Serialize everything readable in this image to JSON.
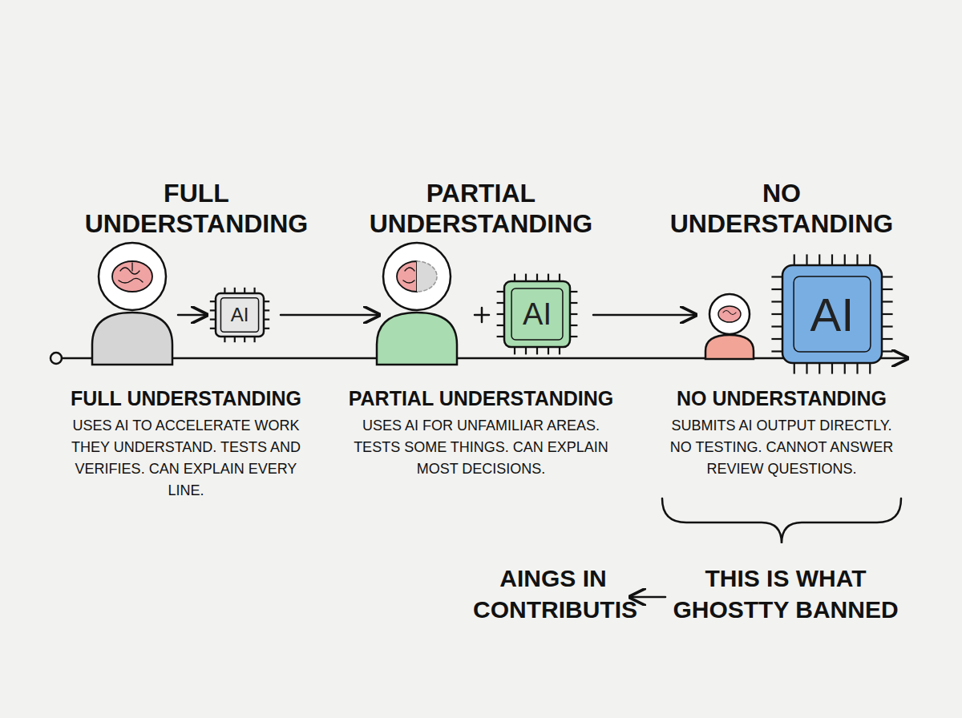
{
  "diagram": {
    "nodes": [
      {
        "text": [
          "AI"
        ]
      },
      {
        "text": [
          "AI"
        ]
      },
      {
        "text": [
          "AI"
        ]
      }
    ],
    "labels": [
      "FULL UNDERSTANDING",
      "PARTIAL UNDERSTANDING",
      "NO UNDERSTANDING",
      "FULL UNDERSTANDING",
      "USES AI TO ACCELERATE WORK THEY UNDERSTAND. TESTS AND VERIFIES. CAN EXPLAIN EVERY LINE.",
      "PARTIAL UNDERSTANDING",
      "USES AI FOR UNFAMILIAR AREAS. TESTS SOME THINGS. CAN EXPLAIN MOST DECISIONS.",
      "NO UNDERSTANDING",
      "SUBMITS AI OUTPUT DIRECTLY. NO TESTING. CANNOT ANSWER REVIEW QUESTIONS.",
      "THIS IS WHAT GHOSTTY BANNED",
      "AINGS IN CONTRIBUTIS"
    ]
  }
}
